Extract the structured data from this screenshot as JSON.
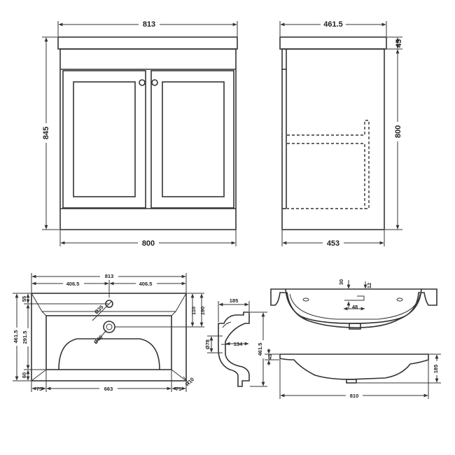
{
  "front_view": {
    "top_width": "813",
    "height": "845",
    "bottom_width": "800"
  },
  "side_view": {
    "top_depth": "461.5",
    "top_thickness": "45",
    "body_height": "800",
    "bottom_depth": "453"
  },
  "basin_plan": {
    "overall_width": "813",
    "half_left": "406.5",
    "half_right": "406.5",
    "top_margin": "55",
    "tap_hole": "Ø35",
    "waste_hole": "Ø46",
    "tap_offset": "110",
    "waste_offset": "190",
    "depth": "461.5",
    "bowl_depth": "291.5",
    "bottom_margin": "60",
    "side_left": "75",
    "bowl_width": "663",
    "side_right": "75",
    "corner_radius": "R10"
  },
  "basin_section": {
    "width": "185",
    "overflow": "Ø78",
    "inner": "134",
    "depth": "461.5"
  },
  "basin_front": {
    "tap_height": "30",
    "tap_size": "12",
    "tap_width": "48"
  },
  "basin_elevation": {
    "lip": "45",
    "height": "185",
    "width": "810"
  }
}
